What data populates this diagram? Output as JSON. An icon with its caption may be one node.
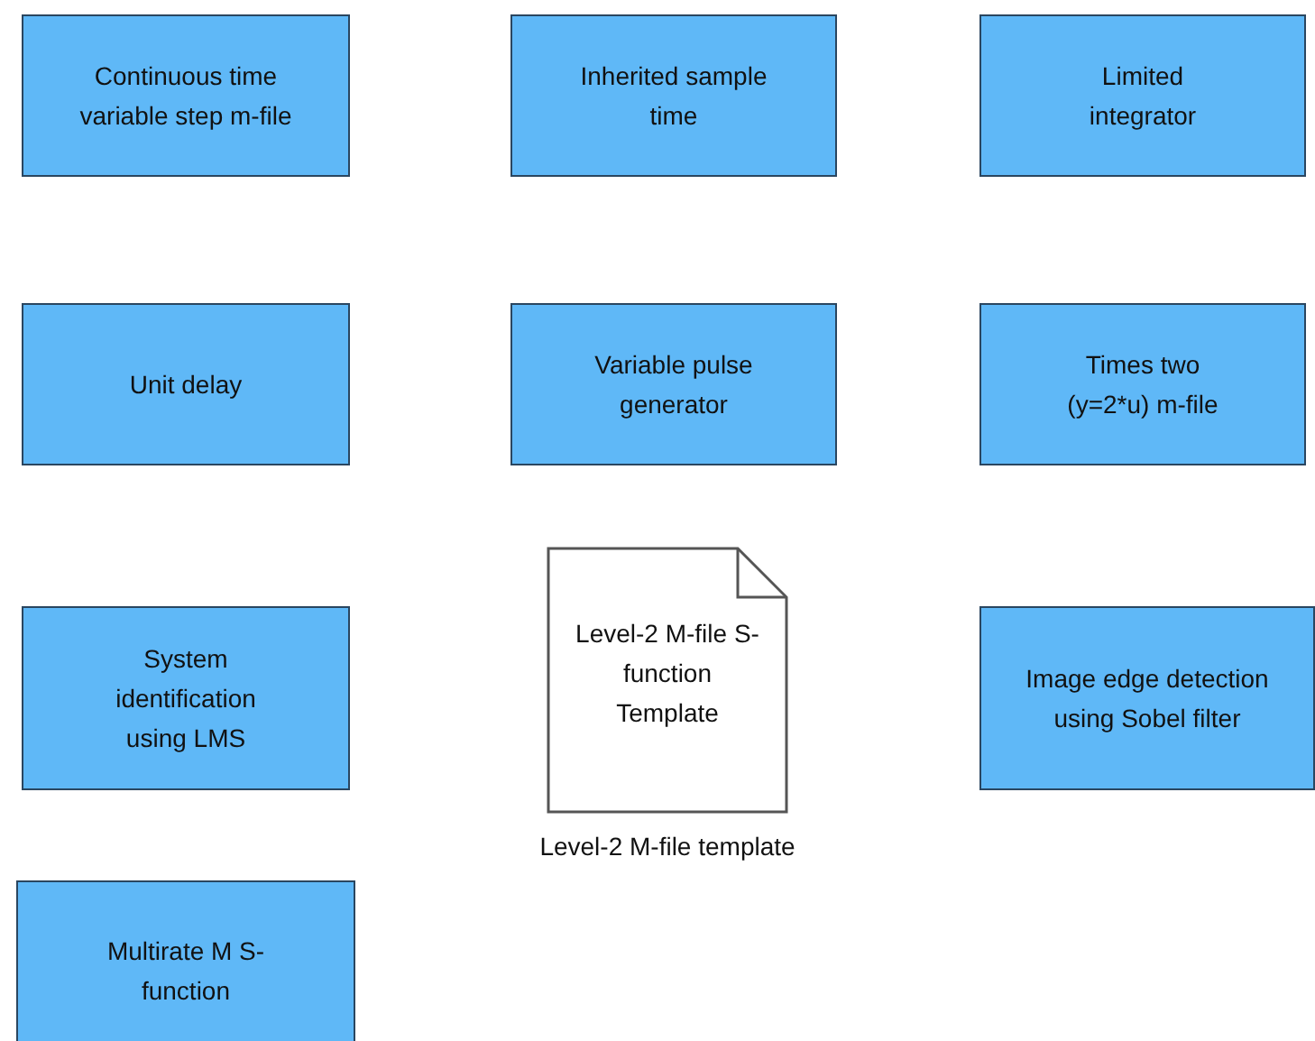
{
  "diagram": {
    "nodes": [
      {
        "text": [
          "Continuous time variable step m-file"
        ]
      },
      {
        "text": [
          "Inherited sample time"
        ]
      },
      {
        "text": [
          "Limited integrator"
        ]
      },
      {
        "text": [
          "Unit delay"
        ]
      },
      {
        "text": [
          "Variable pulse generator"
        ]
      },
      {
        "text": [
          "Times two (y=2*u) m-file"
        ]
      },
      {
        "text": [
          "System identification using LMS"
        ]
      },
      {
        "text": [
          "Level-2 M-file S-function Template"
        ],
        "beside": [
          "Level-2 M-file template"
        ]
      },
      {
        "text": [
          "Image edge detection using Sobel filter"
        ]
      },
      {
        "text": [
          "Multirate M S-function"
        ]
      }
    ],
    "edges": []
  }
}
